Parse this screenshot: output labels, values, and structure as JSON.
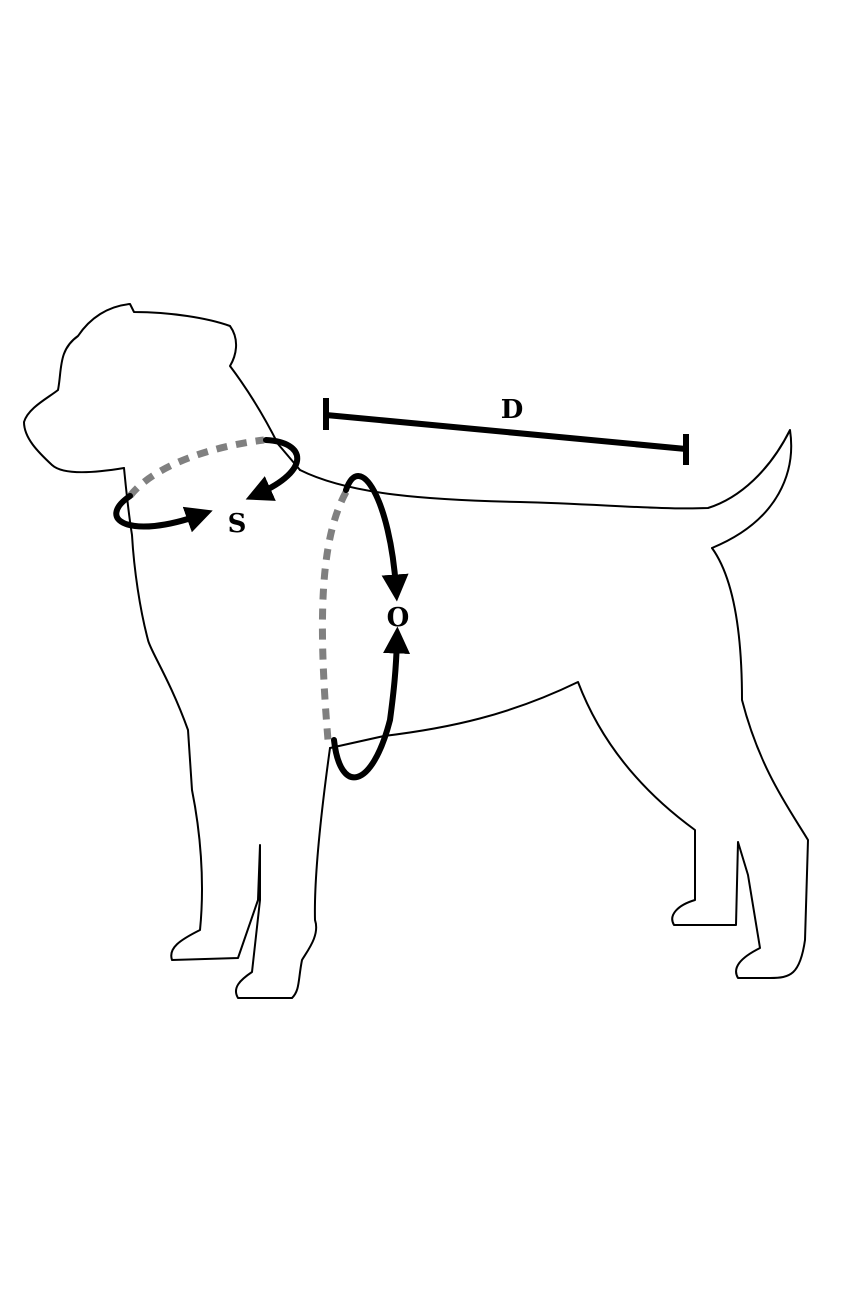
{
  "labels": {
    "neck": "S",
    "chest": "O",
    "length": "D"
  },
  "colors": {
    "outline": "#000000",
    "solid_arrow": "#000000",
    "dashed_arrow": "#808080",
    "background": "#ffffff"
  }
}
